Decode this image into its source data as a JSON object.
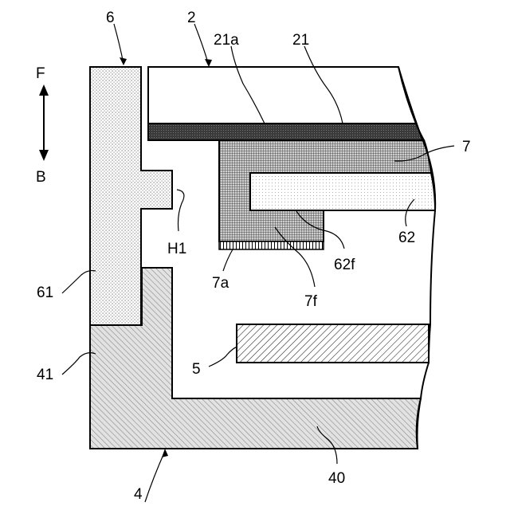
{
  "direction": {
    "front": "F",
    "back": "B"
  },
  "labels": {
    "l6": "6",
    "l2": "2",
    "l21a": "21a",
    "l21": "21",
    "l7": "7",
    "lH1": "H1",
    "l62": "62",
    "l62f": "62f",
    "l7a": "7a",
    "l7f": "7f",
    "l61": "61",
    "l41": "41",
    "l5": "5",
    "l4": "4",
    "l40": "40"
  }
}
